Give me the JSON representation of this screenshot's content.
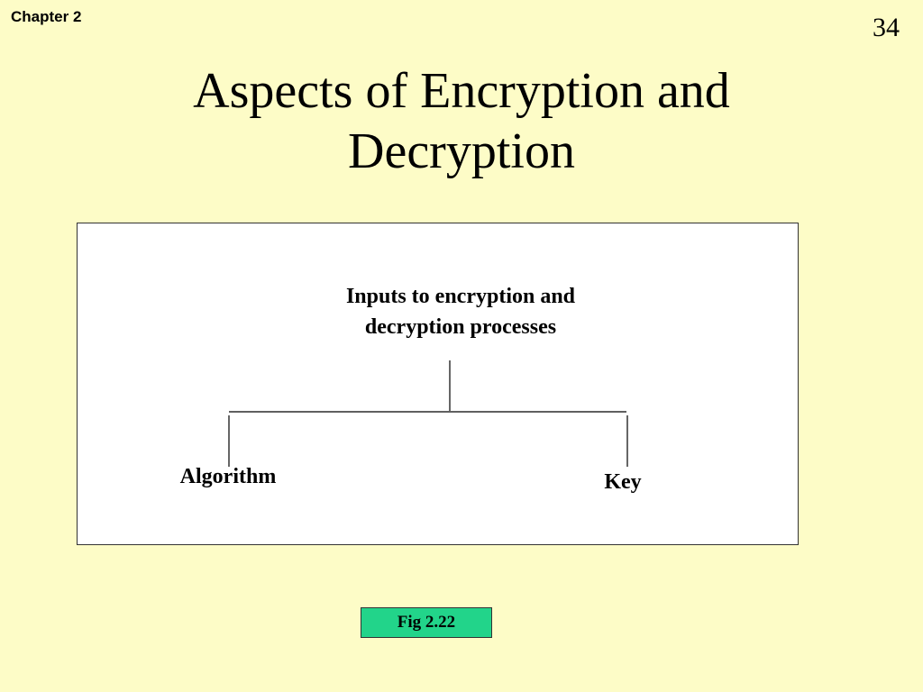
{
  "header": {
    "chapter": "Chapter 2",
    "page_number": "34"
  },
  "title": {
    "line1": "Aspects of Encryption and",
    "line2": "Decryption"
  },
  "diagram": {
    "root": {
      "line1": "Inputs to encryption and",
      "line2": "decryption processes"
    },
    "children": [
      "Algorithm",
      "Key"
    ],
    "line_color": "#000000",
    "box_background": "#ffffff"
  },
  "figure_caption": "Fig 2.22",
  "colors": {
    "slide_background": "#fdfcc7",
    "caption_background": "#22d48a"
  }
}
